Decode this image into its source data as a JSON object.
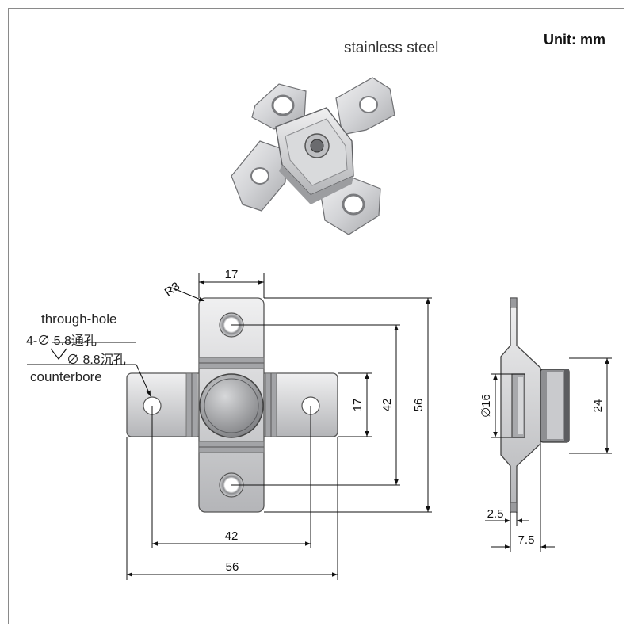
{
  "header": {
    "material": "stainless steel",
    "unit": "Unit:  mm"
  },
  "callouts": {
    "through_hole_label": "through-hole",
    "through_hole_spec": "4-∅ 5.8通孔",
    "counterbore_spec": "∅ 8.8沉孔",
    "counterbore_label": "counterbore"
  },
  "front_view": {
    "radius": "R3",
    "arm_width": "17",
    "center_height": "17",
    "vertical_hole_spacing": "42",
    "vertical_overall": "56",
    "horizontal_hole_spacing": "42",
    "horizontal_overall": "56"
  },
  "side_view": {
    "boss_diameter": "∅16",
    "boss_height": "24",
    "plate_thickness": "2.5",
    "offset": "7.5"
  },
  "colors": {
    "steel_light": "#e4e4e6",
    "steel_mid": "#b9babd",
    "steel_dark": "#7c7d80",
    "line": "#222222"
  }
}
